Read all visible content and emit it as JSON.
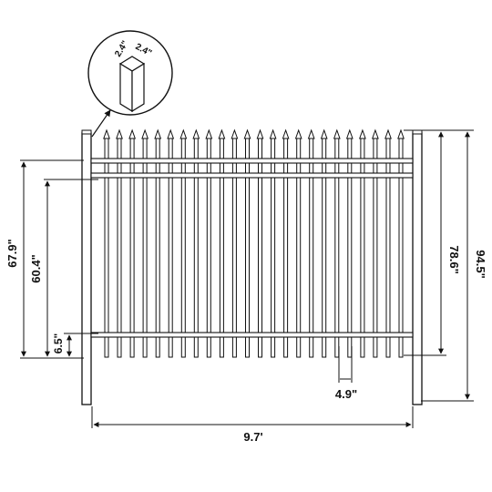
{
  "diagram": {
    "type": "fence-panel-dimensions",
    "picket_count": 24,
    "dimensions": {
      "post_size_a": "2.4\"",
      "post_size_b": "2.4\"",
      "height_top_rail": "67.9\"",
      "height_mid_rail": "60.4\"",
      "ground_clearance": "6.5\"",
      "picket_spacing": "4.9\"",
      "panel_width": "9.7'",
      "picket_height": "78.6\"",
      "post_height": "94.5\""
    }
  }
}
